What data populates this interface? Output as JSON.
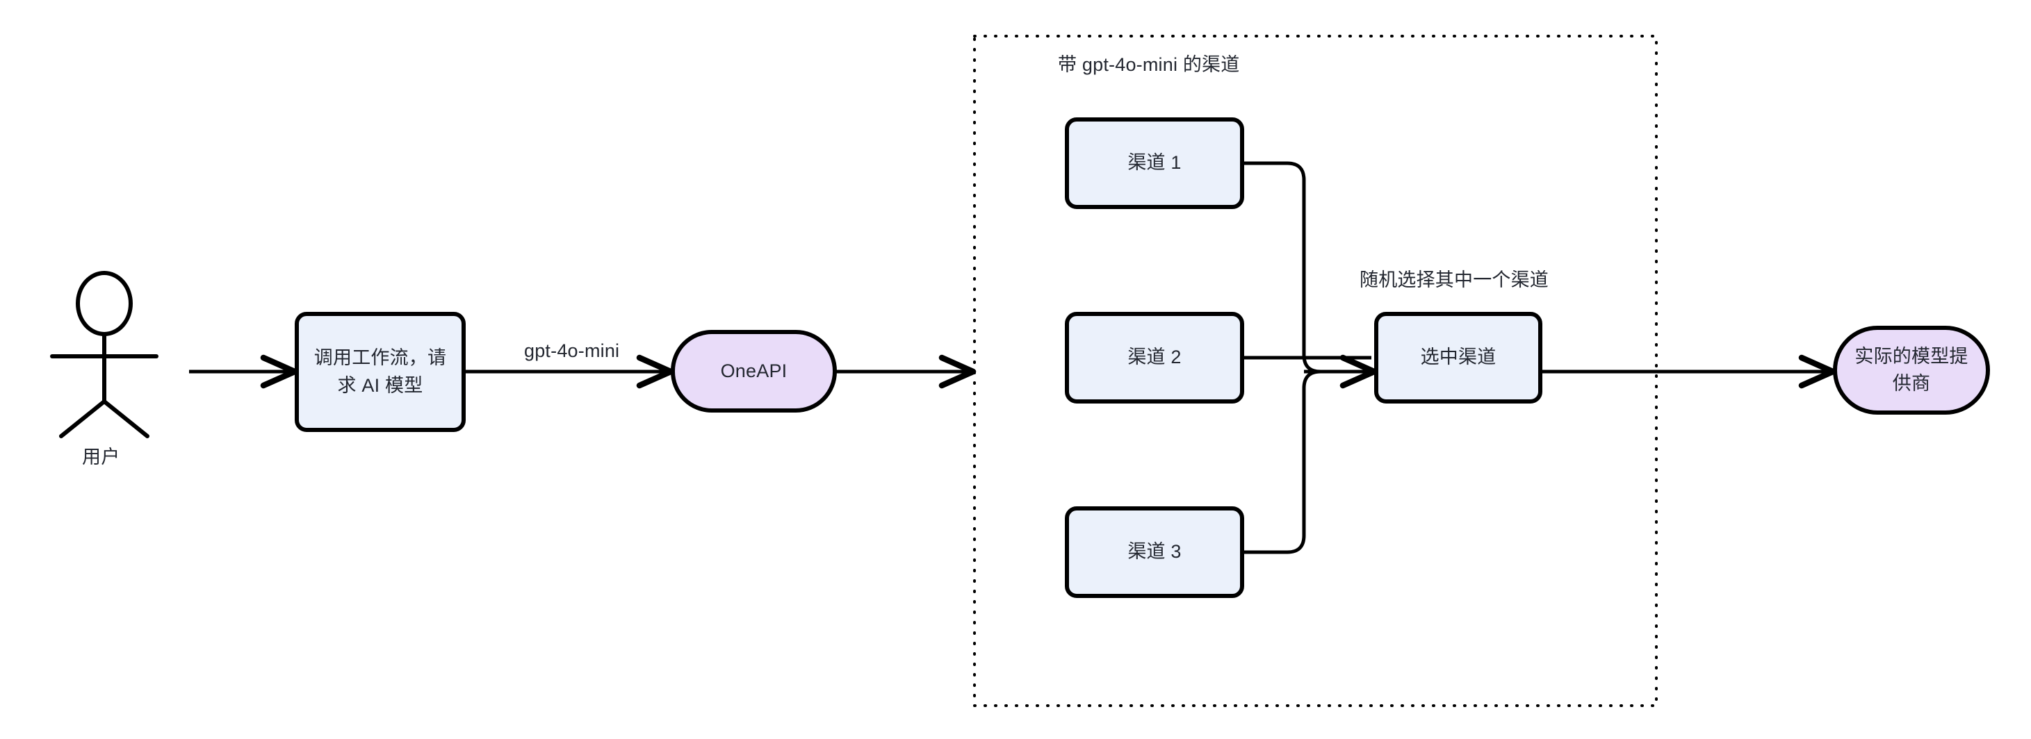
{
  "diagram": {
    "title_label": "带 gpt-4o-mini 的渠道",
    "colors": {
      "process_fill": "#ebf1fb",
      "terminal_fill": "#e9dcf9",
      "stroke": "#000000",
      "text": "#232730",
      "background": "#ffffff"
    },
    "actor": {
      "name": "actor-user",
      "label": "用户"
    },
    "nodes": [
      {
        "id": "workflow",
        "label": "调用工作流，请\n求 AI 模型",
        "shape": "rounded-rect",
        "fill": "#ebf1fb"
      },
      {
        "id": "oneapi",
        "label": "OneAPI",
        "shape": "stadium",
        "fill": "#e9dcf9"
      },
      {
        "id": "channel1",
        "label": "渠道 1",
        "shape": "rounded-rect",
        "fill": "#ebf1fb"
      },
      {
        "id": "channel2",
        "label": "渠道 2",
        "shape": "rounded-rect",
        "fill": "#ebf1fb"
      },
      {
        "id": "channel3",
        "label": "渠道 3",
        "shape": "rounded-rect",
        "fill": "#ebf1fb"
      },
      {
        "id": "selected",
        "label": "选中渠道",
        "shape": "rounded-rect",
        "fill": "#ebf1fb"
      },
      {
        "id": "provider",
        "label": "实际的模型提\n供商",
        "shape": "stadium",
        "fill": "#e9dcf9"
      }
    ],
    "edge_labels": {
      "user_to_workflow": "",
      "workflow_to_oneapi": "gpt-4o-mini",
      "channels_to_selected": "随机选择其中一个渠道"
    },
    "container": {
      "id": "channel-group",
      "label": "带 gpt-4o-mini 的渠道",
      "border_style": "dotted"
    }
  },
  "chart_data": {
    "type": "diagram",
    "title": "带 gpt-4o-mini 的渠道",
    "nodes": [
      {
        "id": "user",
        "label": "用户",
        "type": "actor"
      },
      {
        "id": "workflow",
        "label": "调用工作流，请求 AI 模型",
        "type": "process"
      },
      {
        "id": "oneapi",
        "label": "OneAPI",
        "type": "terminal"
      },
      {
        "id": "channel1",
        "label": "渠道 1",
        "type": "process",
        "group": "channel-group"
      },
      {
        "id": "channel2",
        "label": "渠道 2",
        "type": "process",
        "group": "channel-group"
      },
      {
        "id": "channel3",
        "label": "渠道 3",
        "type": "process",
        "group": "channel-group"
      },
      {
        "id": "selected",
        "label": "选中渠道",
        "type": "process",
        "group": "channel-group"
      },
      {
        "id": "provider",
        "label": "实际的模型提供商",
        "type": "terminal"
      }
    ],
    "edges": [
      {
        "from": "user",
        "to": "workflow",
        "label": ""
      },
      {
        "from": "workflow",
        "to": "oneapi",
        "label": "gpt-4o-mini"
      },
      {
        "from": "oneapi",
        "to": "channel-group",
        "label": ""
      },
      {
        "from": "channel1",
        "to": "selected",
        "label": "随机选择其中一个渠道"
      },
      {
        "from": "channel2",
        "to": "selected",
        "label": "随机选择其中一个渠道"
      },
      {
        "from": "channel3",
        "to": "selected",
        "label": "随机选择其中一个渠道"
      },
      {
        "from": "selected",
        "to": "provider",
        "label": ""
      }
    ],
    "groups": [
      {
        "id": "channel-group",
        "label": "带 gpt-4o-mini 的渠道",
        "members": [
          "channel1",
          "channel2",
          "channel3",
          "selected"
        ]
      }
    ]
  }
}
